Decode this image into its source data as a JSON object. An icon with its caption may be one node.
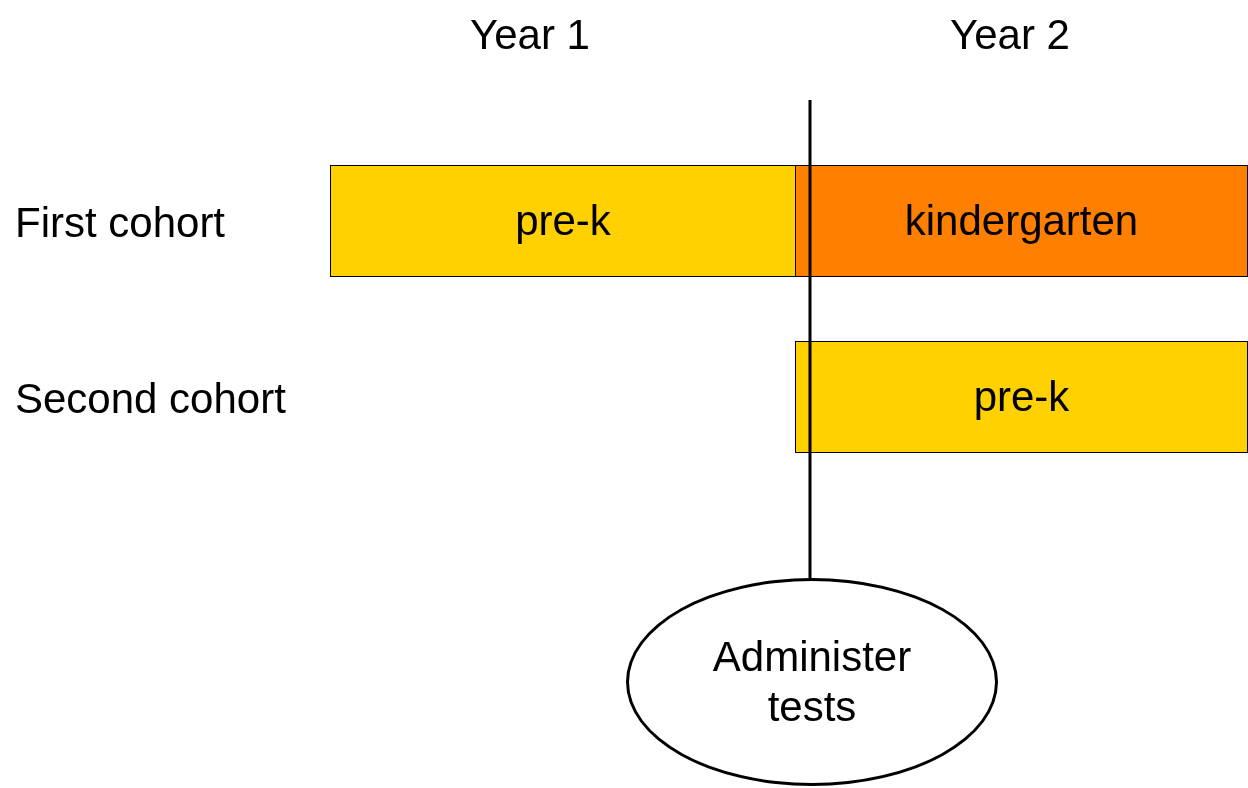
{
  "diagram": {
    "nodes": [
      {
        "text": [
          "pre-k"
        ]
      },
      {
        "text": [
          "kindergarten"
        ]
      },
      {
        "text": [
          "pre-k"
        ]
      },
      {
        "text": [
          "Administer tests"
        ]
      }
    ],
    "edges": [
      {
        "from": null,
        "to": 3,
        "arrow": "none"
      }
    ],
    "labels": [
      "Year 1",
      "Year 2",
      "First cohort",
      "Second cohort"
    ]
  }
}
